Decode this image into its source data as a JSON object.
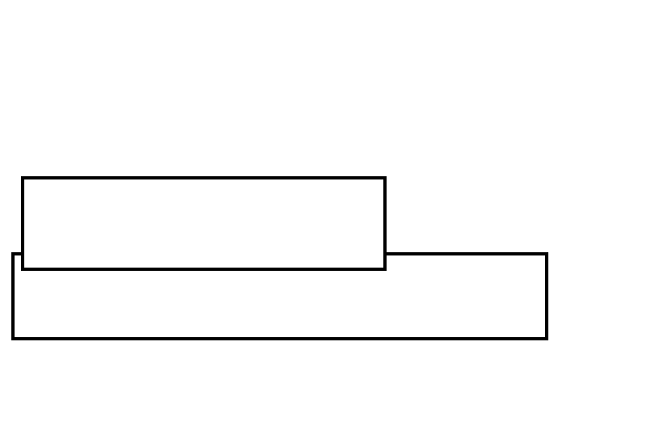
{
  "diagram": {
    "shapes": [
      {
        "id": "bottom-rectangle",
        "kind": "rectangle",
        "fill": "none",
        "stroke": "#000000"
      },
      {
        "id": "top-rectangle",
        "kind": "rectangle",
        "fill": "#ffffff",
        "stroke": "#000000"
      }
    ]
  }
}
